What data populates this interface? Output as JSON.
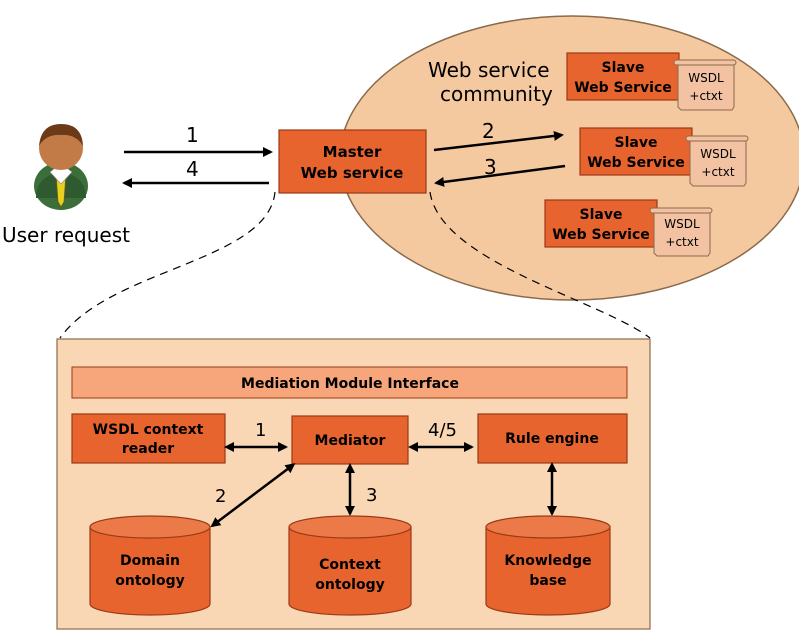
{
  "colors": {
    "orange_box": "#e8642e",
    "orange_stroke": "#9a3a16",
    "peach_fill": "#f5c9a0",
    "peach_stroke": "#8a6a4a",
    "scroll_fill": "#f2c2a2",
    "module_fill": "#fad7b4",
    "interface_fill": "#f6a67a"
  },
  "user": {
    "label": "User request"
  },
  "top_arrows": {
    "one": "1",
    "four": "4",
    "two": "2",
    "three": "3"
  },
  "master": {
    "line1": "Master",
    "line2": "Web service"
  },
  "community": {
    "line1": "Web service",
    "line2": "community"
  },
  "slaves": [
    {
      "line1": "Slave",
      "line2": "Web Service",
      "doc1": "WSDL",
      "doc2": "+ctxt"
    },
    {
      "line1": "Slave",
      "line2": "Web Service",
      "doc1": "WSDL",
      "doc2": "+ctxt"
    },
    {
      "line1": "Slave",
      "line2": "Web Service",
      "doc1": "WSDL",
      "doc2": "+ctxt"
    }
  ],
  "module": {
    "interface_label": "Mediation Module Interface",
    "wsdl_reader_line1": "WSDL context",
    "wsdl_reader_line2": "reader",
    "mediator": "Mediator",
    "rule_engine": "Rule engine",
    "edge_1": "1",
    "edge_2": "2",
    "edge_3": "3",
    "edge_45": "4/5",
    "domain_line1": "Domain",
    "domain_line2": "ontology",
    "context_line1": "Context",
    "context_line2": "ontology",
    "kb_line1": "Knowledge",
    "kb_line2": "base"
  }
}
